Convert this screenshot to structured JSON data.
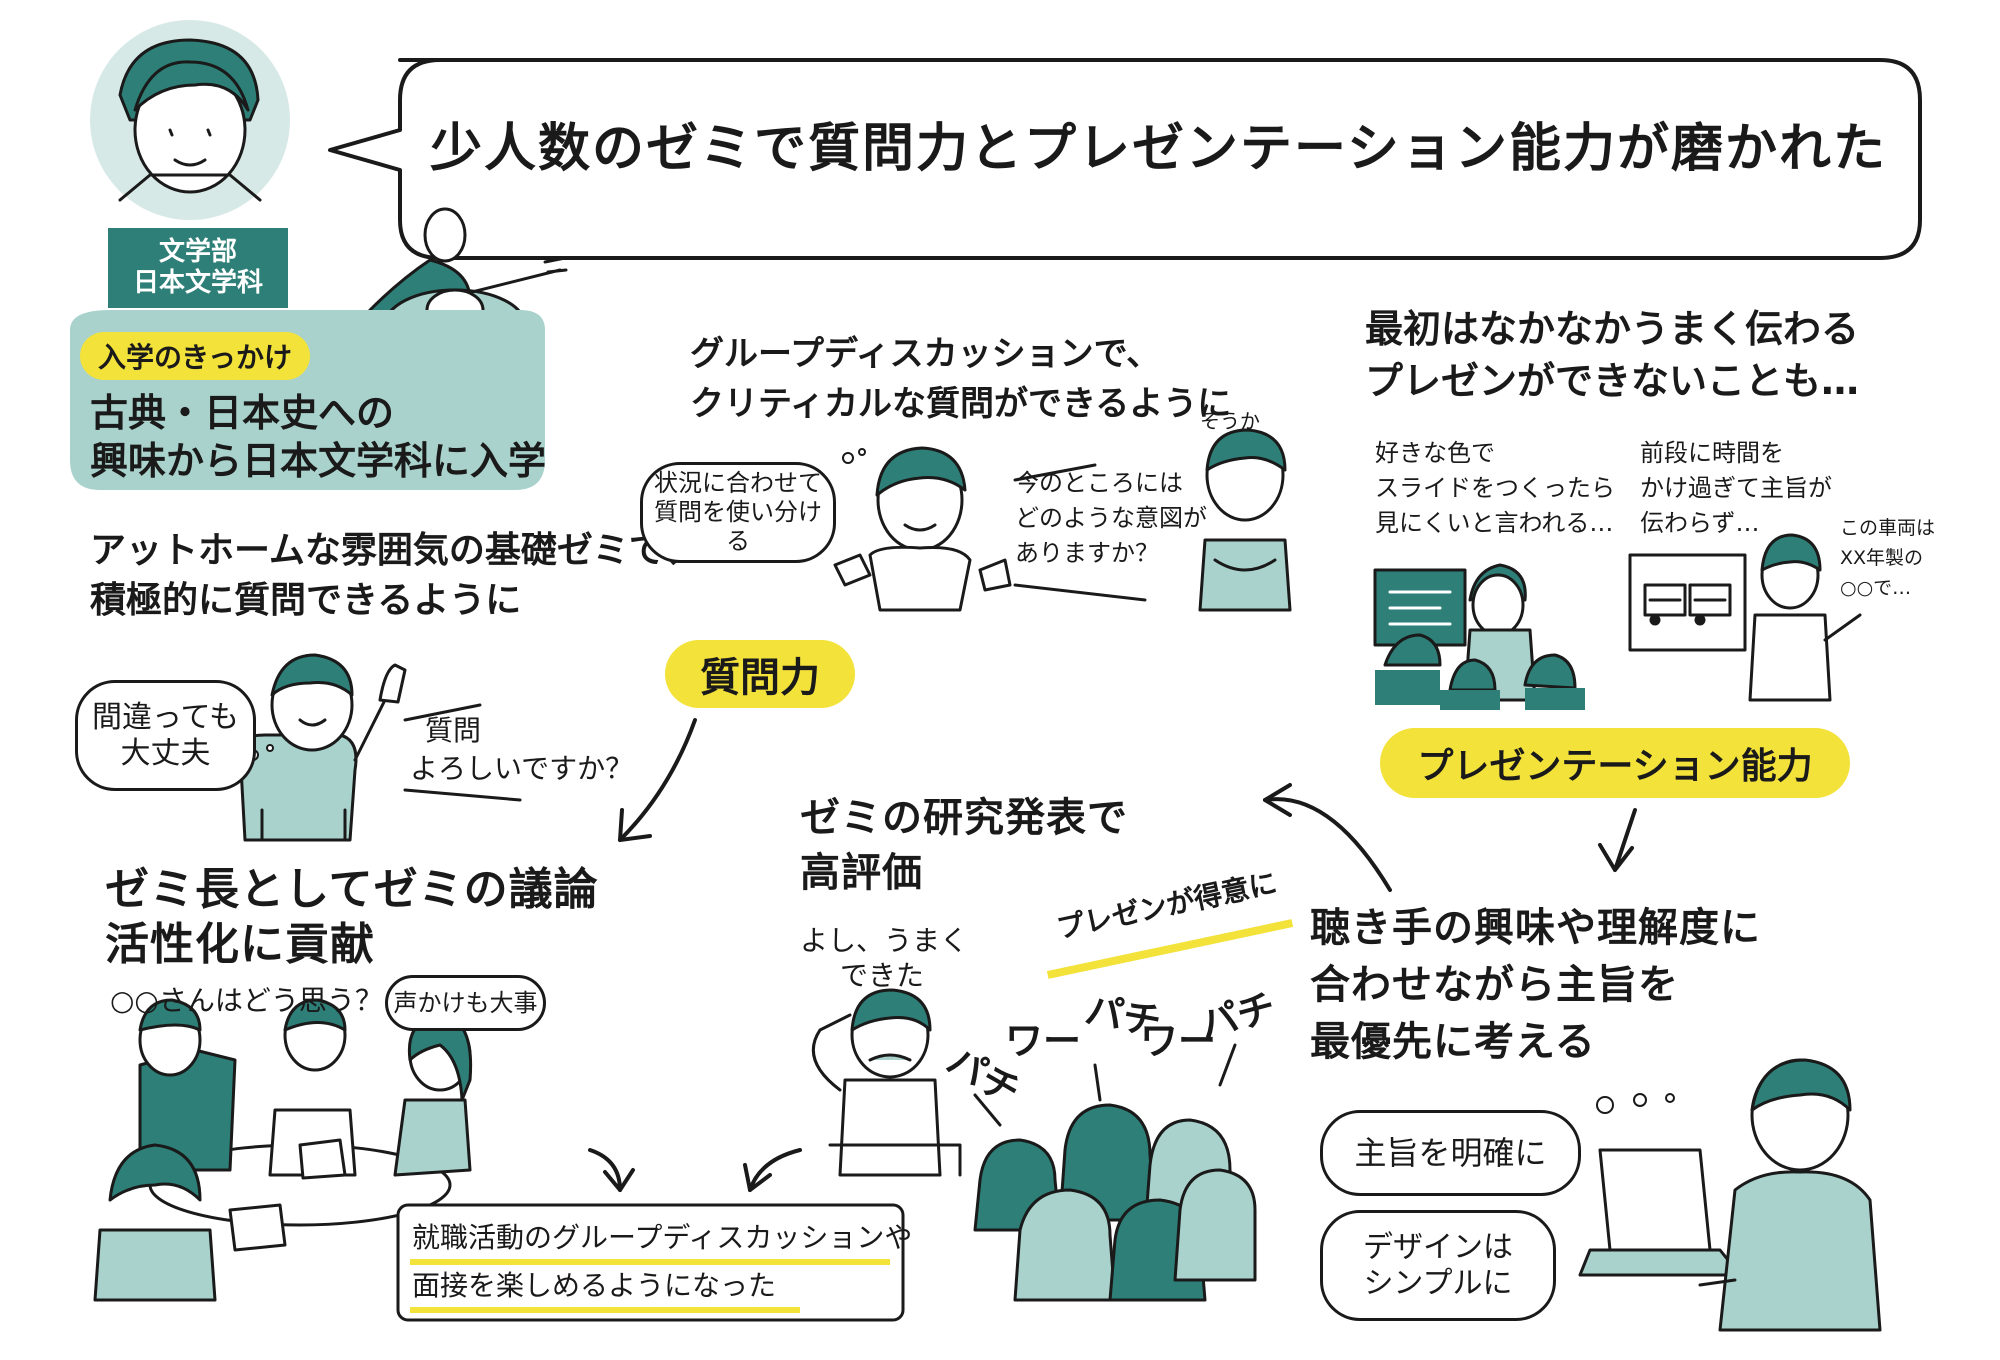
{
  "header": {
    "title": "少人数のゼミで質問力とプレゼンテーション能力が磨かれた",
    "department_line1": "文学部",
    "department_line2": "日本文学科"
  },
  "intro": {
    "label": "入学のきっかけ",
    "line1": "古典・日本史への",
    "line2": "興味から日本文学科に入学"
  },
  "left": {
    "heading_line1": "アットホームな雰囲気の基礎ゼミで、",
    "heading_line2": "積極的に質問できるように",
    "bubble_line1": "間違っても",
    "bubble_line2": "大丈夫",
    "question_line1": "質問",
    "question_line2": "よろしいですか？",
    "contribution_line1": "ゼミ長としてゼミの議論",
    "contribution_line2": "活性化に貢献",
    "prompt": "○○さんはどう思う？",
    "bubble_voice": "声かけも大事"
  },
  "center": {
    "heading_line1": "グループディスカッションで、",
    "heading_line2": "クリティカルな質問ができるように",
    "bubble_line1": "状況に合わせて",
    "bubble_line2": "質問を使い分ける",
    "question_line1": "今のところには",
    "question_line2": "どのような意図が",
    "question_line3": "ありますか？",
    "reaction": "そうか",
    "skill_pill": "質問力",
    "research_line1": "ゼミの研究発表で",
    "research_line2": "高評価",
    "self_talk_line1": "よし、うまく",
    "self_talk_line2": "できた",
    "presen_good": "プレゼンが得意に",
    "clap1": "パチ",
    "clap2": "ワー",
    "clap3": "パチ",
    "clap4": "ワー",
    "clap5": "パチ",
    "result_line1": "就職活動のグループディスカッションや",
    "result_line2": "面接を楽しめるようになった"
  },
  "right": {
    "heading_line1": "最初はなかなかうまく伝わる",
    "heading_line2": "プレゼンができないことも…",
    "note1_line1": "好きな色で",
    "note1_line2": "スライドをつくったら",
    "note1_line3": "見にくいと言われる…",
    "note2_line1": "前段に時間を",
    "note2_line2": "かけ過ぎて主旨が",
    "note2_line3": "伝わらず…",
    "speech_line1": "この車両は",
    "speech_line2": "XX年製の",
    "speech_line3": "○○で…",
    "skill_pill": "プレゼンテーション能力",
    "lesson_line1": "聴き手の興味や理解度に",
    "lesson_line2": "合わせながら主旨を",
    "lesson_line3": "最優先に考える",
    "bubble1": "主旨を明確に",
    "bubble2_line1": "デザインは",
    "bubble2_line2": "シンプルに"
  },
  "colors": {
    "teal": "#2e7f77",
    "mint": "#a9d2cc",
    "yellow": "#f3e23a",
    "ink": "#1a1a1a"
  }
}
